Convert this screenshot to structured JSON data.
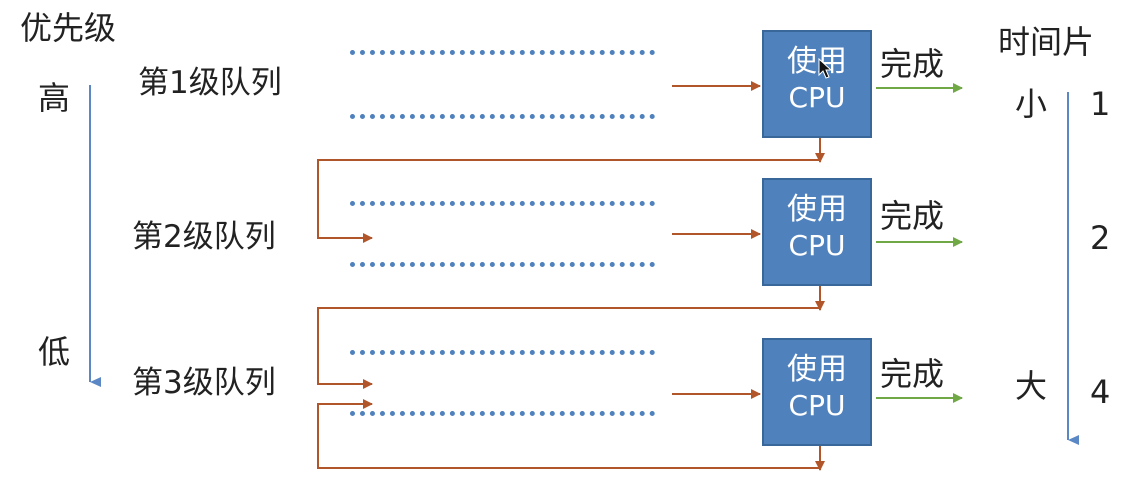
{
  "priority": {
    "title": "优先级",
    "high": "高",
    "low": "低"
  },
  "timeslice": {
    "title": "时间片",
    "small": "小",
    "large": "大",
    "values": [
      "1",
      "2",
      "4"
    ]
  },
  "queues": [
    {
      "label": "第1级队列"
    },
    {
      "label": "第2级队列"
    },
    {
      "label": "第3级队列"
    }
  ],
  "cpu": {
    "line1": "使用",
    "line2": "CPU"
  },
  "done_label": "完成",
  "colors": {
    "queue_dots": "#4f81bd",
    "cpu_fill": "#4f81bd",
    "flow_arrow": "#b0562a",
    "done_arrow": "#70a845",
    "axis_arrow": "#5b87c5"
  }
}
